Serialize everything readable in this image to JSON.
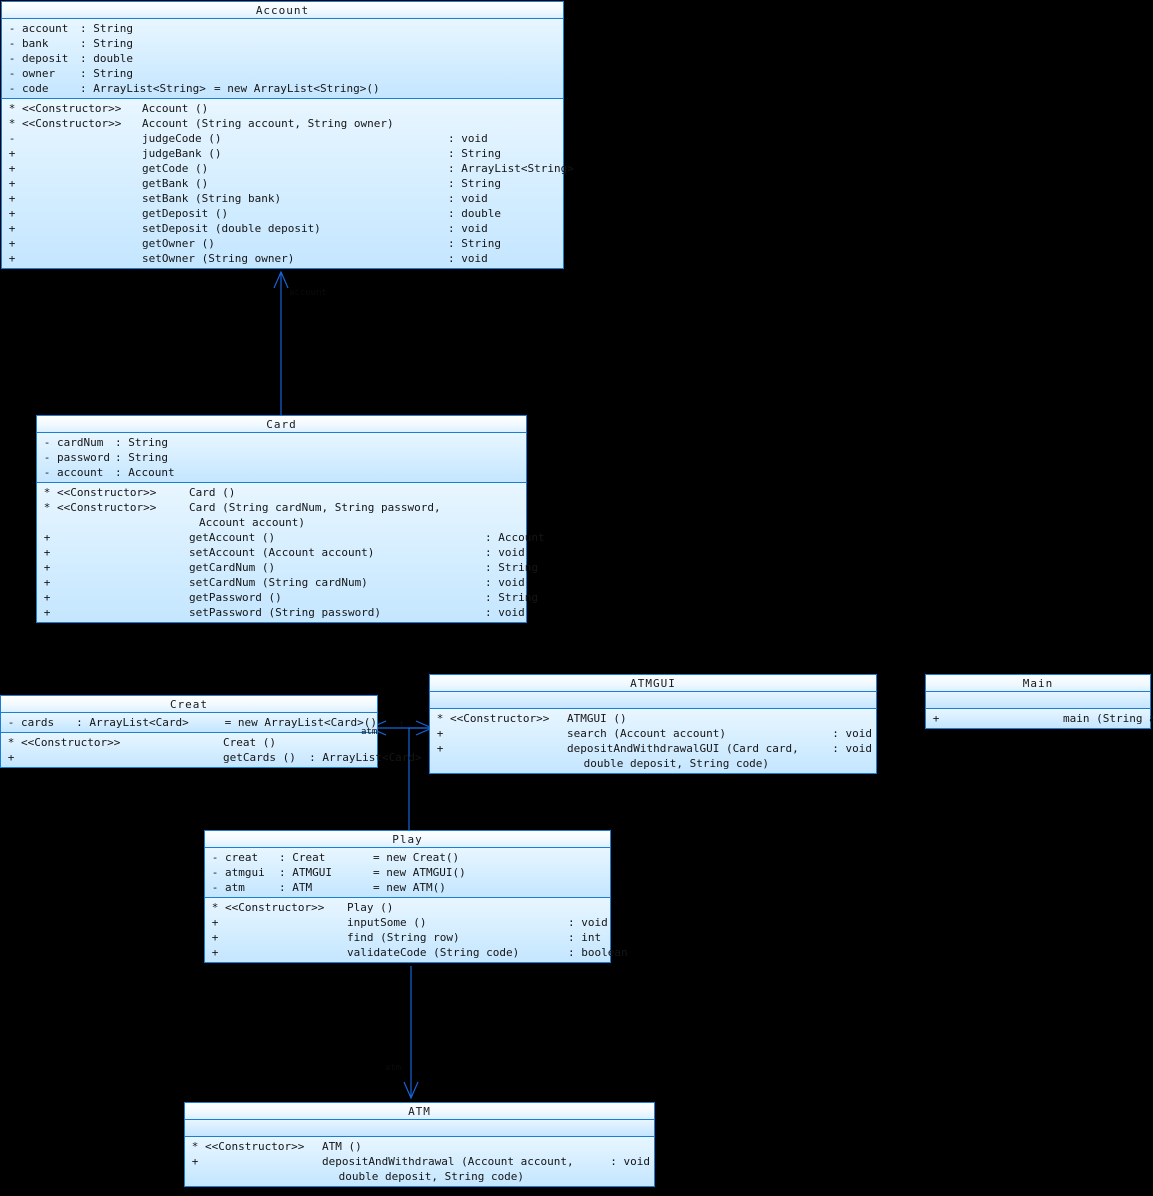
{
  "diagram": {
    "type": "uml-class-diagram",
    "background": "#000000",
    "box_border": "#1a7fd4",
    "box_fill": "#cfeaff",
    "connector_color": "#1565d8",
    "title_text": "Account"
  },
  "classes": {
    "account": {
      "name": "Account",
      "attributes": [
        {
          "vis": "-",
          "name": "account",
          "type": ": String",
          "init": ""
        },
        {
          "vis": "-",
          "name": "bank",
          "type": ": String",
          "init": ""
        },
        {
          "vis": "-",
          "name": "deposit",
          "type": ": double",
          "init": ""
        },
        {
          "vis": "-",
          "name": "owner",
          "type": ": String",
          "init": ""
        },
        {
          "vis": "-",
          "name": "code",
          "type": ": ArrayList<String>",
          "init": "= new ArrayList<String>()"
        }
      ],
      "operations": [
        {
          "vis": "*",
          "stereotype": "<<Constructor>>",
          "name": "Account ()",
          "ret": ""
        },
        {
          "vis": "*",
          "stereotype": "<<Constructor>>",
          "name": "Account (String account, String owner)",
          "ret": ""
        },
        {
          "vis": "-",
          "stereotype": "",
          "name": "judgeCode ()",
          "ret": ": void"
        },
        {
          "vis": "+",
          "stereotype": "",
          "name": "judgeBank ()",
          "ret": ": String"
        },
        {
          "vis": "+",
          "stereotype": "",
          "name": "getCode ()",
          "ret": ": ArrayList<String>"
        },
        {
          "vis": "+",
          "stereotype": "",
          "name": "getBank ()",
          "ret": ": String"
        },
        {
          "vis": "+",
          "stereotype": "",
          "name": "setBank (String bank)",
          "ret": ": void"
        },
        {
          "vis": "+",
          "stereotype": "",
          "name": "getDeposit ()",
          "ret": ": double"
        },
        {
          "vis": "+",
          "stereotype": "",
          "name": "setDeposit (double deposit)",
          "ret": ": void"
        },
        {
          "vis": "+",
          "stereotype": "",
          "name": "getOwner ()",
          "ret": ": String"
        },
        {
          "vis": "+",
          "stereotype": "",
          "name": "setOwner (String owner)",
          "ret": ": void"
        }
      ]
    },
    "card": {
      "name": "Card",
      "attributes": [
        {
          "vis": "-",
          "name": "cardNum",
          "type": ": String",
          "init": ""
        },
        {
          "vis": "-",
          "name": "password",
          "type": ": String",
          "init": ""
        },
        {
          "vis": "-",
          "name": "account",
          "type": ": Account",
          "init": ""
        }
      ],
      "operations": [
        {
          "vis": "*",
          "stereotype": "<<Constructor>>",
          "name": "Card ()",
          "ret": ""
        },
        {
          "vis": "*",
          "stereotype": "<<Constructor>>",
          "name": "Card (String cardNum, String password,",
          "ret": ""
        },
        {
          "vis": "",
          "stereotype": "",
          "name": "Account account)",
          "ret": "",
          "continuation": true
        },
        {
          "vis": "+",
          "stereotype": "",
          "name": "getAccount ()",
          "ret": ": Account"
        },
        {
          "vis": "+",
          "stereotype": "",
          "name": "setAccount (Account account)",
          "ret": ": void"
        },
        {
          "vis": "+",
          "stereotype": "",
          "name": "getCardNum ()",
          "ret": ": String"
        },
        {
          "vis": "+",
          "stereotype": "",
          "name": "setCardNum (String cardNum)",
          "ret": ": void"
        },
        {
          "vis": "+",
          "stereotype": "",
          "name": "getPassword ()",
          "ret": ": String"
        },
        {
          "vis": "+",
          "stereotype": "",
          "name": "setPassword (String password)",
          "ret": ": void"
        }
      ]
    },
    "creat": {
      "name": "Creat",
      "attributes": [
        {
          "vis": "-",
          "name": "cards",
          "type": ": ArrayList<Card>",
          "init": "= new ArrayList<Card>()"
        }
      ],
      "operations": [
        {
          "vis": "*",
          "stereotype": "<<Constructor>>",
          "name": "Creat ()",
          "ret": ""
        },
        {
          "vis": "+",
          "stereotype": "",
          "name": "getCards ()  : ArrayList<Card>",
          "ret": ""
        }
      ]
    },
    "atmgui": {
      "name": "ATMGUI",
      "attributes": [],
      "operations": [
        {
          "vis": "*",
          "stereotype": "<<Constructor>>",
          "name": "ATMGUI ()",
          "ret": ""
        },
        {
          "vis": "+",
          "stereotype": "",
          "name": "search (Account account)",
          "ret": ": void"
        },
        {
          "vis": "+",
          "stereotype": "",
          "name": "depositAndWithdrawalGUI (Card card,",
          "ret": ": void"
        },
        {
          "vis": "",
          "stereotype": "",
          "name": " double deposit, String code)",
          "ret": "",
          "continuation": true
        }
      ]
    },
    "main": {
      "name": "Main",
      "attributes": [],
      "operations": [
        {
          "vis": "+",
          "stereotype": "",
          "name": "main (String args[])  : void",
          "ret": ""
        }
      ]
    },
    "play": {
      "name": "Play",
      "attributes": [
        {
          "vis": "-",
          "name": "creat",
          "type": ": Creat",
          "init": "= new Creat()"
        },
        {
          "vis": "-",
          "name": "atmgui",
          "type": ": ATMGUI",
          "init": "= new ATMGUI()"
        },
        {
          "vis": "-",
          "name": "atm",
          "type": ": ATM",
          "init": "= new ATM()"
        }
      ],
      "operations": [
        {
          "vis": "*",
          "stereotype": "<<Constructor>>",
          "name": "Play ()",
          "ret": ""
        },
        {
          "vis": "+",
          "stereotype": "",
          "name": "inputSome ()",
          "ret": ": void"
        },
        {
          "vis": "+",
          "stereotype": "",
          "name": "find (String row)",
          "ret": ": int"
        },
        {
          "vis": "+",
          "stereotype": "",
          "name": "validateCode (String code)",
          "ret": ": boolean"
        }
      ]
    },
    "atm": {
      "name": "ATM",
      "attributes": [],
      "operations": [
        {
          "vis": "*",
          "stereotype": "<<Constructor>>",
          "name": "ATM ()",
          "ret": ""
        },
        {
          "vis": "+",
          "stereotype": "",
          "name": "depositAndWithdrawal (Account account,",
          "ret": ": void"
        },
        {
          "vis": "",
          "stereotype": "",
          "name": " double deposit, String code)",
          "ret": "",
          "continuation": true
        }
      ]
    }
  },
  "edge_labels": {
    "card_to_account": "account",
    "creat_to_atmgui_left": "atm",
    "creat_to_atmgui_right": "t",
    "play_to_atm": "atm"
  }
}
